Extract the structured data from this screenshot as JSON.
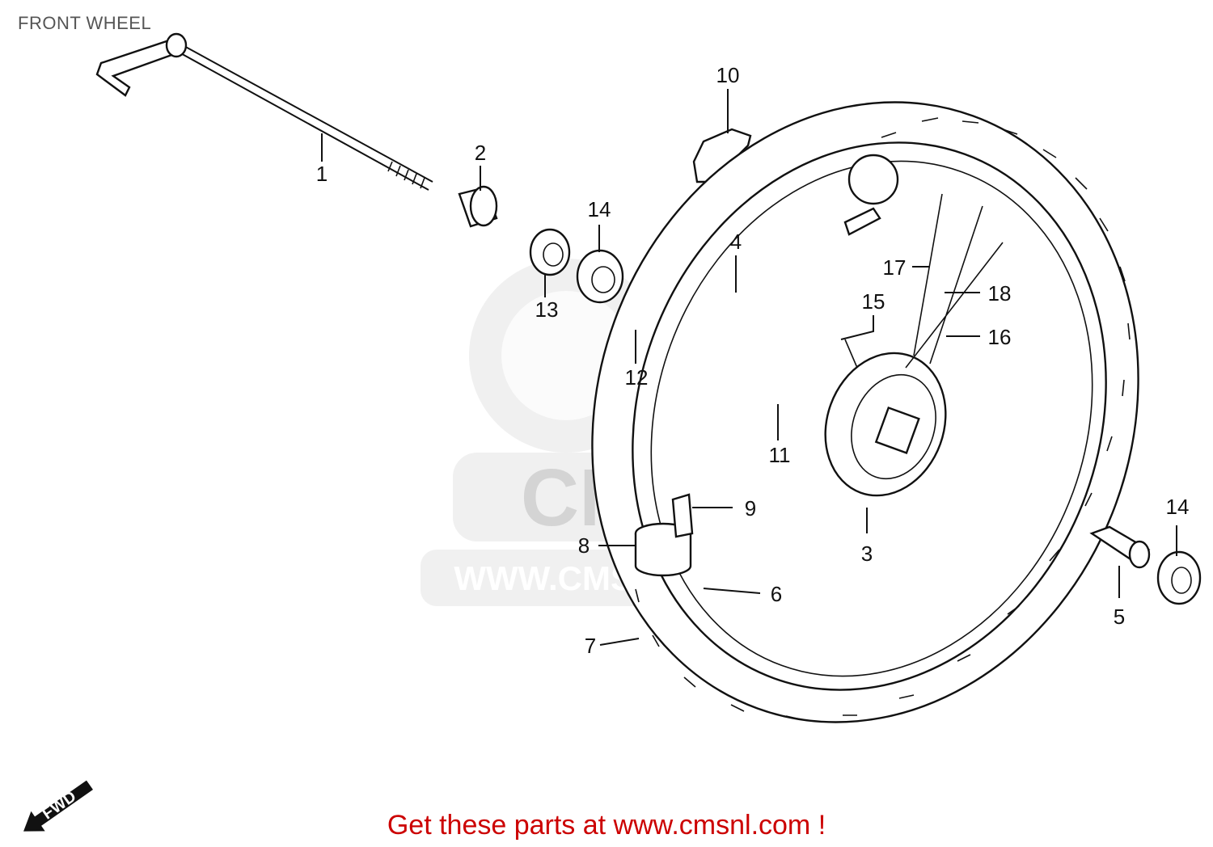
{
  "title": "FRONT WHEEL",
  "footer": "Get these parts at www.cmsnl.com !",
  "watermark": {
    "logo": "CMS",
    "url": "WWW.CMSNL.COM"
  },
  "fwd_label": "FWD",
  "colors": {
    "footer": "#cc0000",
    "title": "#555555",
    "watermark": "#e6e6e6"
  },
  "callouts": [
    {
      "id": "c1",
      "label": "1"
    },
    {
      "id": "c2",
      "label": "2"
    },
    {
      "id": "c3",
      "label": "3"
    },
    {
      "id": "c4",
      "label": "4"
    },
    {
      "id": "c5",
      "label": "5"
    },
    {
      "id": "c6",
      "label": "6"
    },
    {
      "id": "c7",
      "label": "7"
    },
    {
      "id": "c8",
      "label": "8"
    },
    {
      "id": "c9",
      "label": "9"
    },
    {
      "id": "c10",
      "label": "10"
    },
    {
      "id": "c11",
      "label": "11"
    },
    {
      "id": "c12",
      "label": "12"
    },
    {
      "id": "c13",
      "label": "13"
    },
    {
      "id": "c14a",
      "label": "14"
    },
    {
      "id": "c14b",
      "label": "14"
    },
    {
      "id": "c15",
      "label": "15"
    },
    {
      "id": "c16",
      "label": "16"
    },
    {
      "id": "c17",
      "label": "17"
    },
    {
      "id": "c18",
      "label": "18"
    }
  ]
}
